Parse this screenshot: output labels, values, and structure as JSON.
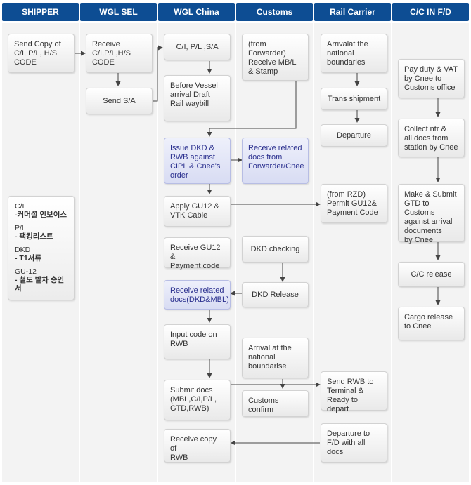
{
  "lanes": [
    "SHIPPER",
    "WGL SEL",
    "WGL China",
    "Customs",
    "Rail Carrier",
    "C/C IN F/D"
  ],
  "boxes": {
    "send_copy": "Send Copy of\nC/I, P/L, H/S\nCODE",
    "receive_ci": "Receive\nC/I,P/L,H/S\nCODE",
    "send_sa": "Send S/A",
    "ci_pl_sa": "C/I, P/L ,S/A",
    "before_vessel": "Before Vessel\narrival Draft\nRail waybill",
    "issue_dkd": "Issue DKD &\nRWB against\nCIPL & Cnee's\norder",
    "apply_gu12": "Apply GU12 &\nVTK Cable",
    "receive_gu12": "Receive GU12 &\nPayment code",
    "receive_related_dkd": "Receive related\ndocs(DKD&MBL)",
    "input_code": "Input code on\nRWB",
    "submit_docs": "Submit docs\n(MBL,C/I,P/L,\nGTD,RWB)",
    "receive_copy_rwb": "Receive copy of\nRWB",
    "from_forwarder": "(from\nForwarder)\nReceive MB/L\n& Stamp",
    "receive_related_fwd": "Receive related\ndocs from\nForwarder/Cnee",
    "dkd_checking": "DKD checking",
    "dkd_release": "DKD Release",
    "arrival_boundarise": "Arrival at the\nnational\nboundarise",
    "customs_confirm": "Customs\nconfirm",
    "arrival_boundaries": "Arrivalat the\nnational\nboundaries",
    "trans_shipment": "Trans shipment",
    "departure": "Departure",
    "permit_gu12": "(from RZD)\nPermit GU12&\nPayment Code",
    "send_rwb_terminal": "Send RWB to\nTerminal &\nReady to depart",
    "departure_fd": "Departure to\nF/D with all\ndocs",
    "pay_duty": "Pay duty & VAT\nby Cnee to\nCustoms office",
    "collect_ntr": "Collect ntr &\nall docs from\nstation by Cnee",
    "make_submit_gtd": "Make & Submit\nGTD to Customs\nagainst arrival\ndocuments\nby Cnee",
    "cc_release": "C/C release",
    "cargo_release": "Cargo release\nto Cnee"
  },
  "legend": [
    {
      "code": "C/I",
      "desc": "-커머셜 인보이스"
    },
    {
      "code": "P/L",
      "desc": "- 팩킹리스트"
    },
    {
      "code": "DKD",
      "desc": "- T1서류"
    },
    {
      "code": "GU-12",
      "desc": "- 철도 발차 승인서"
    }
  ],
  "colors": {
    "header": "#0d4d93",
    "lane_bg": "#f3f3f3",
    "arrow": "#444444",
    "highlight_text": "#2a2f8e"
  }
}
